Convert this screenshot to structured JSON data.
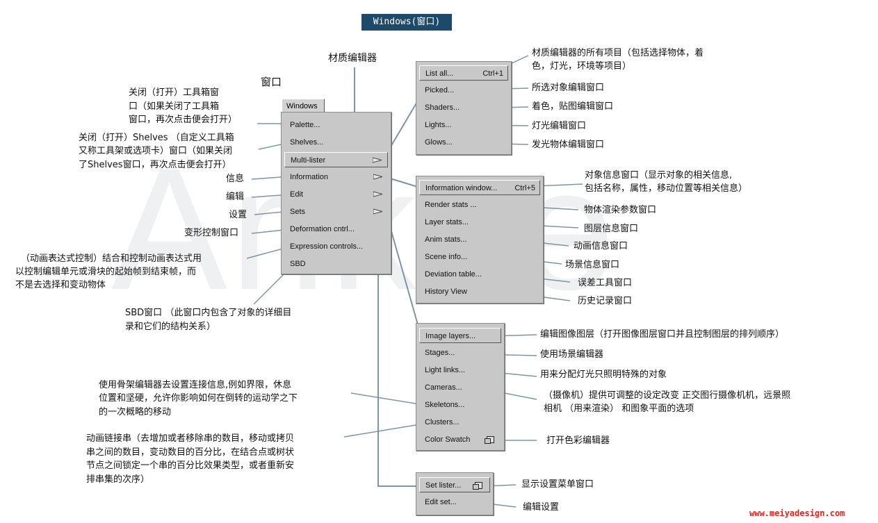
{
  "title": "Windows(窗口)",
  "watermark": "Ankee",
  "site": "www.meiyadesign.com",
  "windows_menu": {
    "heading": "窗口",
    "tab": "Windows",
    "items": [
      {
        "label": "Palette..."
      },
      {
        "label": "Shelves..."
      },
      {
        "label": "Multi-lister",
        "submenu": true,
        "selected": true
      },
      {
        "label": "Information",
        "submenu": true
      },
      {
        "label": "Edit",
        "submenu": true
      },
      {
        "label": "Sets",
        "submenu": true
      },
      {
        "label": "Deformation cntrl..."
      },
      {
        "label": "Expression controls..."
      },
      {
        "label": "SBD"
      }
    ]
  },
  "multilister_menu": {
    "heading": "材质编辑器",
    "items": [
      {
        "label": "List all...",
        "shortcut": "Ctrl+1"
      },
      {
        "label": "Picked..."
      },
      {
        "label": "Shaders..."
      },
      {
        "label": "Lights..."
      },
      {
        "label": "Glows..."
      }
    ]
  },
  "information_menu": {
    "items": [
      {
        "label": "Information window...",
        "shortcut": "Ctrl+5"
      },
      {
        "label": "Render stats ..."
      },
      {
        "label": "Layer stats..."
      },
      {
        "label": "Anim stats..."
      },
      {
        "label": "Scene info..."
      },
      {
        "label": "Deviation table..."
      },
      {
        "label": "History View"
      }
    ]
  },
  "edit_menu": {
    "items": [
      {
        "label": "Image layers..."
      },
      {
        "label": "Stages..."
      },
      {
        "label": "Light links..."
      },
      {
        "label": "Cameras..."
      },
      {
        "label": "Skeletons..."
      },
      {
        "label": "Clusters..."
      },
      {
        "label": "Color Swatch",
        "option_box": true
      }
    ]
  },
  "sets_menu": {
    "items": [
      {
        "label": "Set lister...",
        "option_box": true
      },
      {
        "label": "Edit set..."
      }
    ]
  },
  "annotations_left": {
    "palette": [
      "关闭（打开）工具箱窗",
      "口（如果关闭了工具箱",
      "窗口，再次点击便会打开）"
    ],
    "shelves": [
      "关闭（打开）Shelves （自定义工具箱",
      "又称工具架或选项卡）窗口（如果关闭",
      "了Shelves窗口，再次点击便会打开）"
    ],
    "information": "信息",
    "edit": "编辑",
    "sets": "设置",
    "deformation": "变形控制窗口",
    "expression": [
      "（动画表达式控制）结合和控制动画表达式用",
      "以控制编辑单元或滑块的起始帧到结束帧，而",
      "不是去选择和变动物体"
    ],
    "sbd": [
      "SBD窗口 （此窗口内包含了对象的详细目",
      "录和它们的结构关系）"
    ],
    "skeletons": [
      "使用骨架编辑器去设置连接信息,例如界限，休息",
      "位置和坚硬，允许你影响如何在倒转的运动学之下",
      "的一次概略的移动"
    ],
    "clusters": [
      "动画链接串（去增加或者移除串的数目，移动或拷贝",
      "串之间的数目，变动数目的百分比，在结合点或树状",
      "节点之间锁定一个串的百分比效果类型，或者重新安",
      "排串集的次序）"
    ]
  },
  "annotations_right": {
    "list_all": [
      "材质编辑器的所有项目（包括选择物体，着",
      "色，灯光，环境等项目）"
    ],
    "picked": "所选对象编辑窗口",
    "shaders": "着色，贴图编辑窗口",
    "lights": "灯光编辑窗口",
    "glows": "发光物体编辑窗口",
    "info_window": [
      "对象信息窗口（显示对象的相关信息,",
      "包括名称，属性，移动位置等相关信息）"
    ],
    "render_stats": "物体渲染参数窗口",
    "layer_stats": "图层信息窗口",
    "anim_stats": "动画信息窗口",
    "scene_info": "场景信息窗口",
    "deviation": "误差工具窗口",
    "history": "历史记录窗口",
    "image_layers": "编辑图像图层（打开图像图层窗口并且控制图层的排列顺序）",
    "stages": "使用场景编辑器",
    "light_links": "用来分配灯光只照明特殊的对象",
    "cameras": [
      "（摄像机）提供可调整的设定改变 正交图行摄像机机，远景照",
      "相机 （用来渲染） 和图象平面的选项"
    ],
    "color_swatch": "打开色彩编辑器",
    "set_lister": "显示设置菜单窗口",
    "edit_set": "编辑设置"
  }
}
